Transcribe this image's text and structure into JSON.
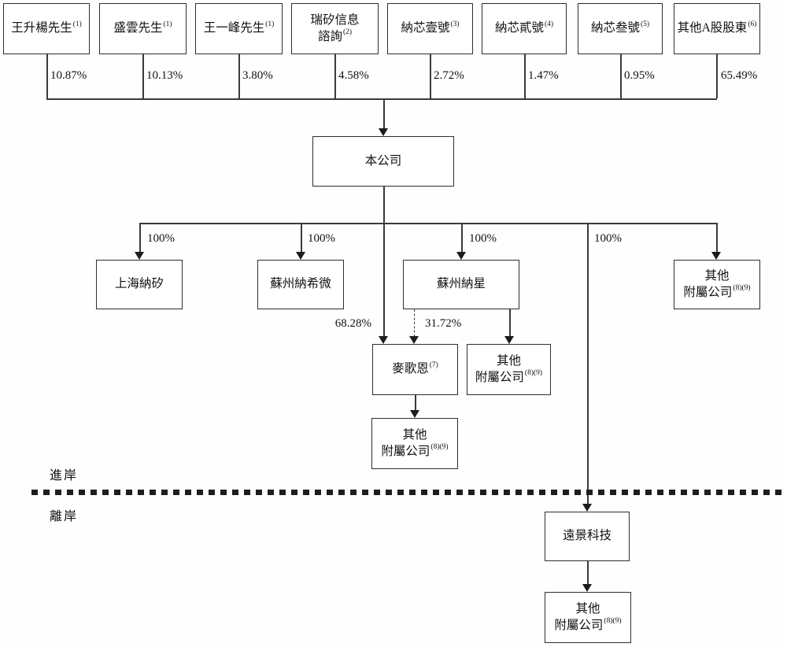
{
  "colors": {
    "line": "#3a3a3a",
    "text": "#111111",
    "background": "#fefefe"
  },
  "shareholders": [
    {
      "name": "王升楊先生",
      "note": "(1)",
      "pct": "10.87%"
    },
    {
      "name": "盛雲先生",
      "note": "(1)",
      "pct": "10.13%"
    },
    {
      "name": "王一峰先生",
      "note": "(1)",
      "pct": "3.80%"
    },
    {
      "line1": "瑞矽信息",
      "line2": "諮詢",
      "note": "(2)",
      "pct": "4.58%"
    },
    {
      "name": "納芯壹號",
      "note": "(3)",
      "pct": "2.72%"
    },
    {
      "name": "納芯貳號",
      "note": "(4)",
      "pct": "1.47%"
    },
    {
      "name": "納芯叁號",
      "note": "(5)",
      "pct": "0.95%"
    },
    {
      "name": "其他A股股東",
      "note": "(6)",
      "pct": "65.49%"
    }
  ],
  "company": {
    "name": "本公司"
  },
  "level2": {
    "shanghai_naxi": {
      "name": "上海納矽",
      "pct": "100%"
    },
    "suzhou_naxiwei": {
      "name": "蘇州納希微",
      "pct": "100%"
    },
    "suzhou_naxing": {
      "name": "蘇州納星",
      "pct": "100%"
    },
    "other_subs_right": {
      "line1": "其他",
      "line2": "附屬公司",
      "note": "(8)(9)"
    }
  },
  "level3": {
    "magntek": {
      "name": "麥歌恩",
      "note": "(7)",
      "pct_direct": "68.28%",
      "pct_via": "31.72%"
    },
    "other_subs_mid": {
      "line1": "其他",
      "line2": "附屬公司",
      "note": "(8)(9)"
    }
  },
  "level4": {
    "other_subs_below_magntek": {
      "line1": "其他",
      "line2": "附屬公司",
      "note": "(8)(9)"
    }
  },
  "offshore": {
    "envision": {
      "name": "遠景科技",
      "pct": "100%"
    },
    "other_subs": {
      "line1": "其他",
      "line2": "附屬公司",
      "note": "(8)(9)"
    }
  },
  "regions": {
    "onshore": "進岸",
    "offshore": "離岸"
  }
}
